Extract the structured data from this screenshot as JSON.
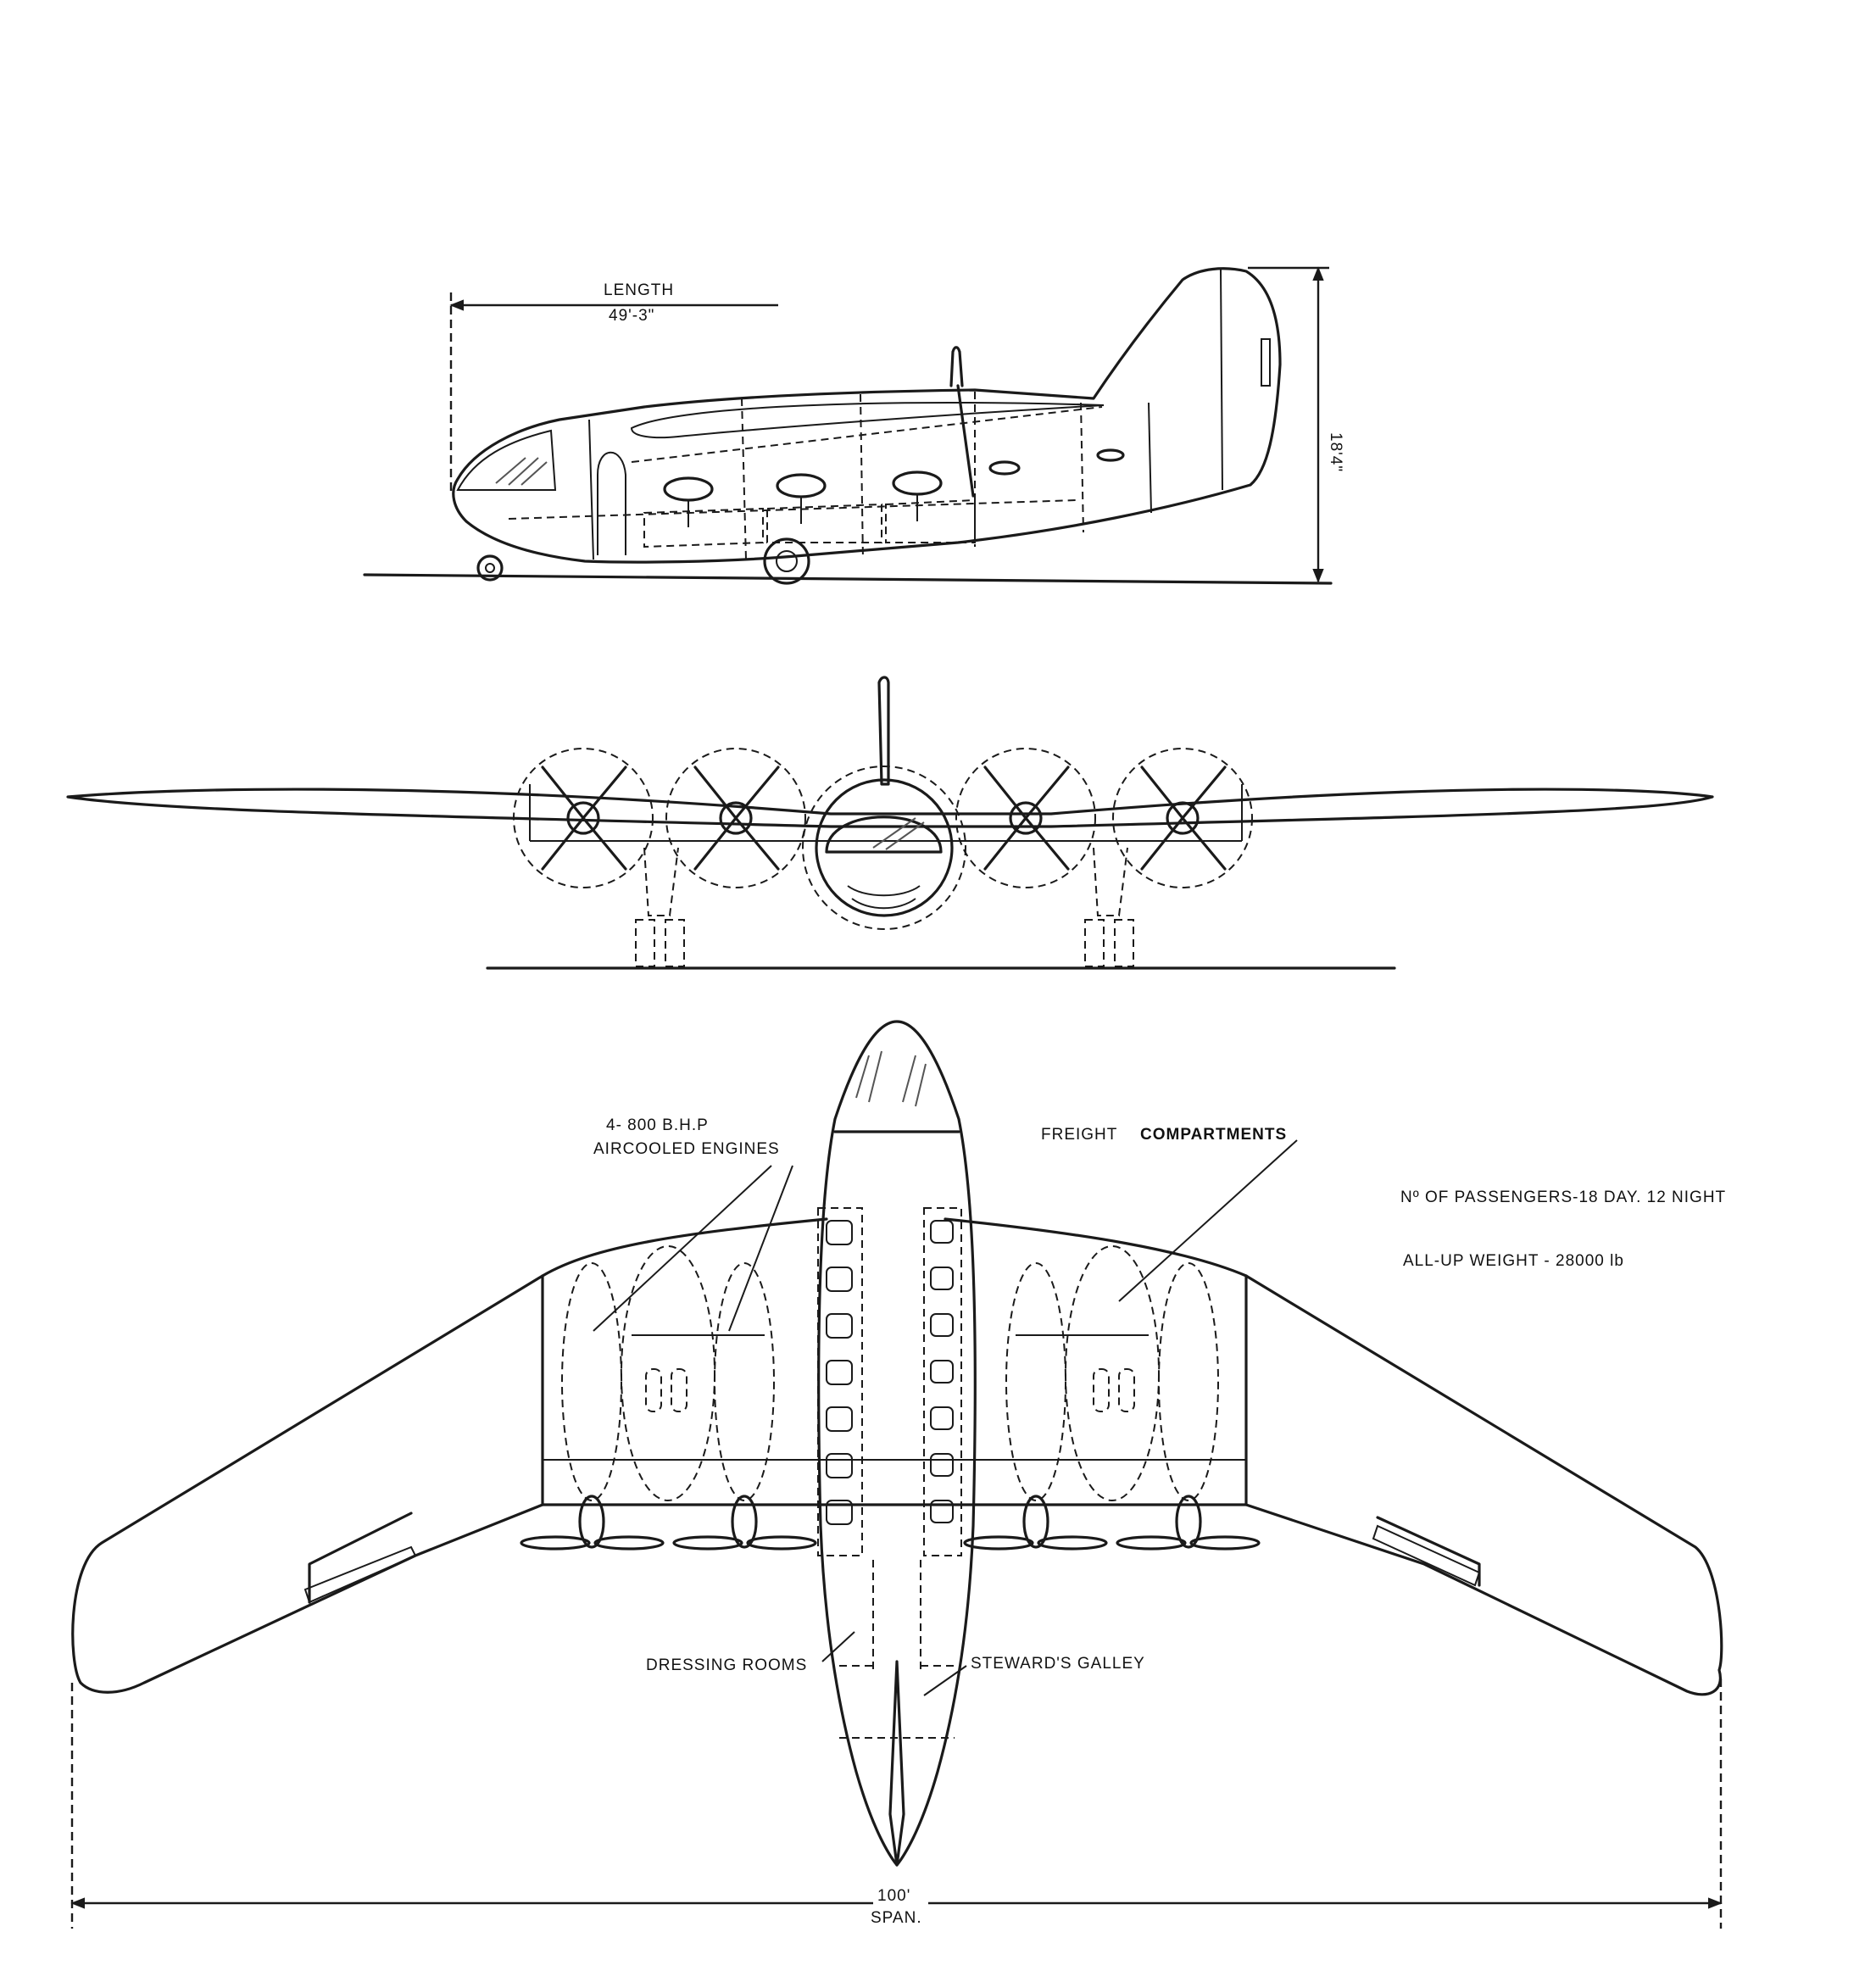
{
  "side_view": {
    "length_label": "LENGTH",
    "length_value": "49'-3\"",
    "height_value": "18'4\""
  },
  "plan_view": {
    "engines_line1": "4- 800 B.H.P",
    "engines_line2": "AIRCOOLED ENGINES",
    "freight_label_a": "FREIGHT",
    "freight_label_b": "COMPARTMENTS",
    "passengers": "Nº OF PASSENGERS-18 DAY. 12 NIGHT",
    "weight": "ALL-UP WEIGHT - 28000 lb",
    "dressing_rooms": "DRESSING ROOMS",
    "stewards_galley": "STEWARD'S GALLEY",
    "span_value": "100'",
    "span_label": "SPAN."
  }
}
